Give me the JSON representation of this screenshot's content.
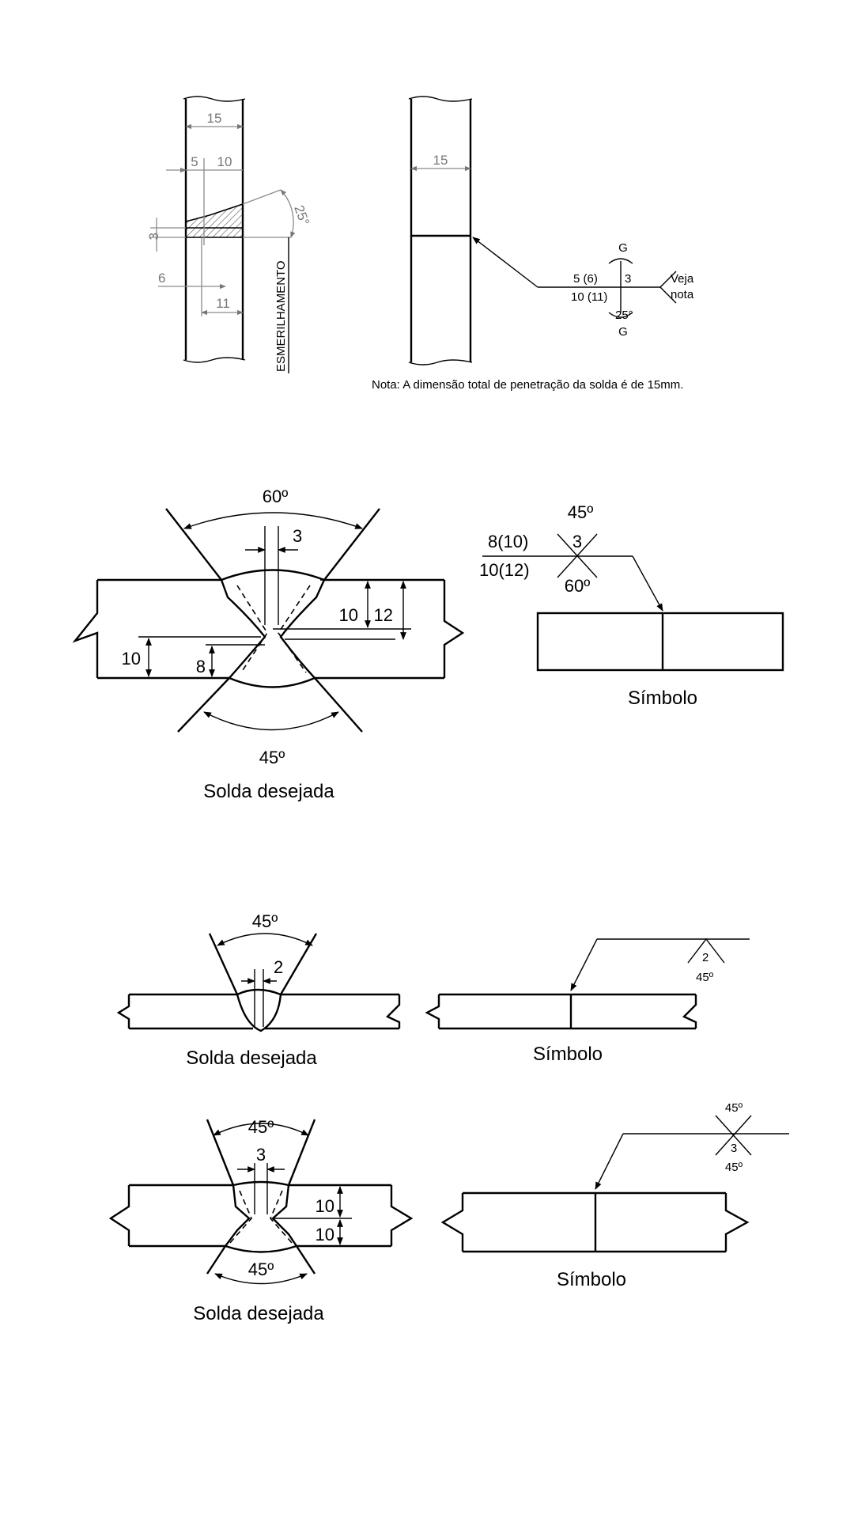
{
  "fig1": {
    "left": {
      "dim_width": "15",
      "dim_a": "5",
      "dim_b": "10",
      "dim_gap": "3",
      "dim_angle": "25°",
      "dim_6": "6",
      "dim_11": "11",
      "grind_label": "ESMERILHAMENTO"
    },
    "right": {
      "dim_width": "15",
      "sym_g_top": "G",
      "sym_g_bottom": "G",
      "sym_upper": "5   (6)",
      "sym_lower": "10 (11)",
      "sym_root": "3",
      "sym_angle": "25°",
      "tail_1": "Veja",
      "tail_2": "nota"
    },
    "note": "Nota: A dimensão total de penetração da solda é de 15mm."
  },
  "fig2": {
    "angle_top": "60º",
    "gap": "3",
    "depth_10_right": "10",
    "depth_12": "12",
    "depth_10_left": "10",
    "depth_8": "8",
    "angle_bottom": "45º",
    "caption_weld": "Solda desejada",
    "sym_angle_top": "45º",
    "sym_root": "3",
    "sym_upper": "8(10)",
    "sym_lower": "10(12)",
    "sym_angle_bottom": "60º",
    "caption_symbol": "Símbolo"
  },
  "fig3": {
    "angle": "45º",
    "gap": "2",
    "caption_weld": "Solda desejada",
    "caption_symbol": "Símbolo",
    "sym_root": "2",
    "sym_angle": "45º"
  },
  "fig4": {
    "angle_top": "45º",
    "gap": "3",
    "depth_a": "10",
    "depth_b": "10",
    "angle_bottom": "45º",
    "caption_weld": "Solda desejada",
    "sym_angle_top": "45º",
    "sym_root": "3",
    "sym_angle_bottom": "45º",
    "caption_symbol": "Símbolo"
  }
}
